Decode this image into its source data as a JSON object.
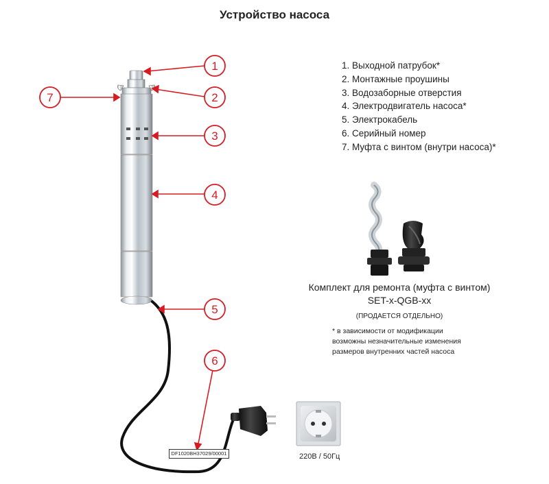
{
  "title": "Устройство насоса",
  "callouts": [
    "1",
    "2",
    "3",
    "4",
    "5",
    "6",
    "7"
  ],
  "legend": [
    "1. Выходной патрубок*",
    "2. Монтажные проушины",
    "3. Водозаборные отверстия",
    "4. Электродвигатель насоса*",
    "5. Электрокабель",
    "6. Серийный номер",
    "7. Муфта с винтом (внутри насоса)*"
  ],
  "kit": {
    "title": "Комплект для ремонта (муфта с винтом)",
    "code": "SET-x-QGB-xx",
    "note": "(ПРОДАЕТСЯ ОТДЕЛЬНО)"
  },
  "footnote": [
    "* в зависимости от модификации",
    "возможны незначительные изменения",
    "размеров внутренних частей насоса"
  ],
  "serial_number": "DF1020BH37029/00001",
  "voltage": "220В / 50Гц",
  "colors": {
    "callout": "#d81b23",
    "cable": "#111111",
    "steel": "#c9ced3"
  }
}
